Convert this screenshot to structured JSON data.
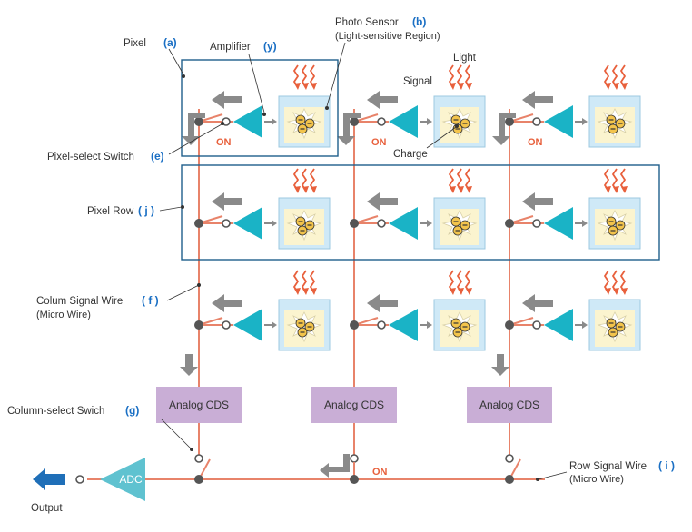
{
  "labels": {
    "pixel": "Pixel",
    "pixel_tag": "(a)",
    "amplifier": "Amplifier",
    "amplifier_tag": "(y)",
    "photo_sensor": "Photo Sensor",
    "photo_sensor_tag": "(b)",
    "photo_sensor_sub": "(Light-sensitive Region)",
    "light": "Light",
    "signal": "Signal",
    "charge": "Charge",
    "pixel_select": "Pixel-select Switch",
    "pixel_select_tag": "(e)",
    "pixel_row": "Pixel Row",
    "pixel_row_tag": "( j )",
    "column_wire": "Colum Signal Wire",
    "column_wire_tag": "( f )",
    "column_wire_sub": "(Micro Wire)",
    "column_select": "Column-select Swich",
    "column_select_tag": "(g)",
    "row_wire": "Row Signal Wire",
    "row_wire_tag": "( i )",
    "row_wire_sub": "(Micro Wire)",
    "output": "Output",
    "adc": "ADC",
    "cds": "Analog CDS",
    "on": "ON"
  },
  "colors": {
    "wire": "#e8836a",
    "node": "#555555",
    "amplifier": "#1ab3c6",
    "sensor_fill": "#cfe9f7",
    "sensor_inner": "#fbf4cf",
    "charge": "#f3c44c",
    "light_ray": "#e8603c",
    "cds_box": "#c9aed6",
    "adc_box": "#5fc2d0",
    "output_arrow": "#1f6fb8",
    "frame": "#1f5f8b",
    "gray_arrow": "#8a8a8a",
    "on_text": "#e8603c",
    "tag_text": "#1a6fc4"
  },
  "icons": [
    "light-rays-icon",
    "charge-icon",
    "signal-arrow-icon",
    "output-arrow-icon"
  ]
}
